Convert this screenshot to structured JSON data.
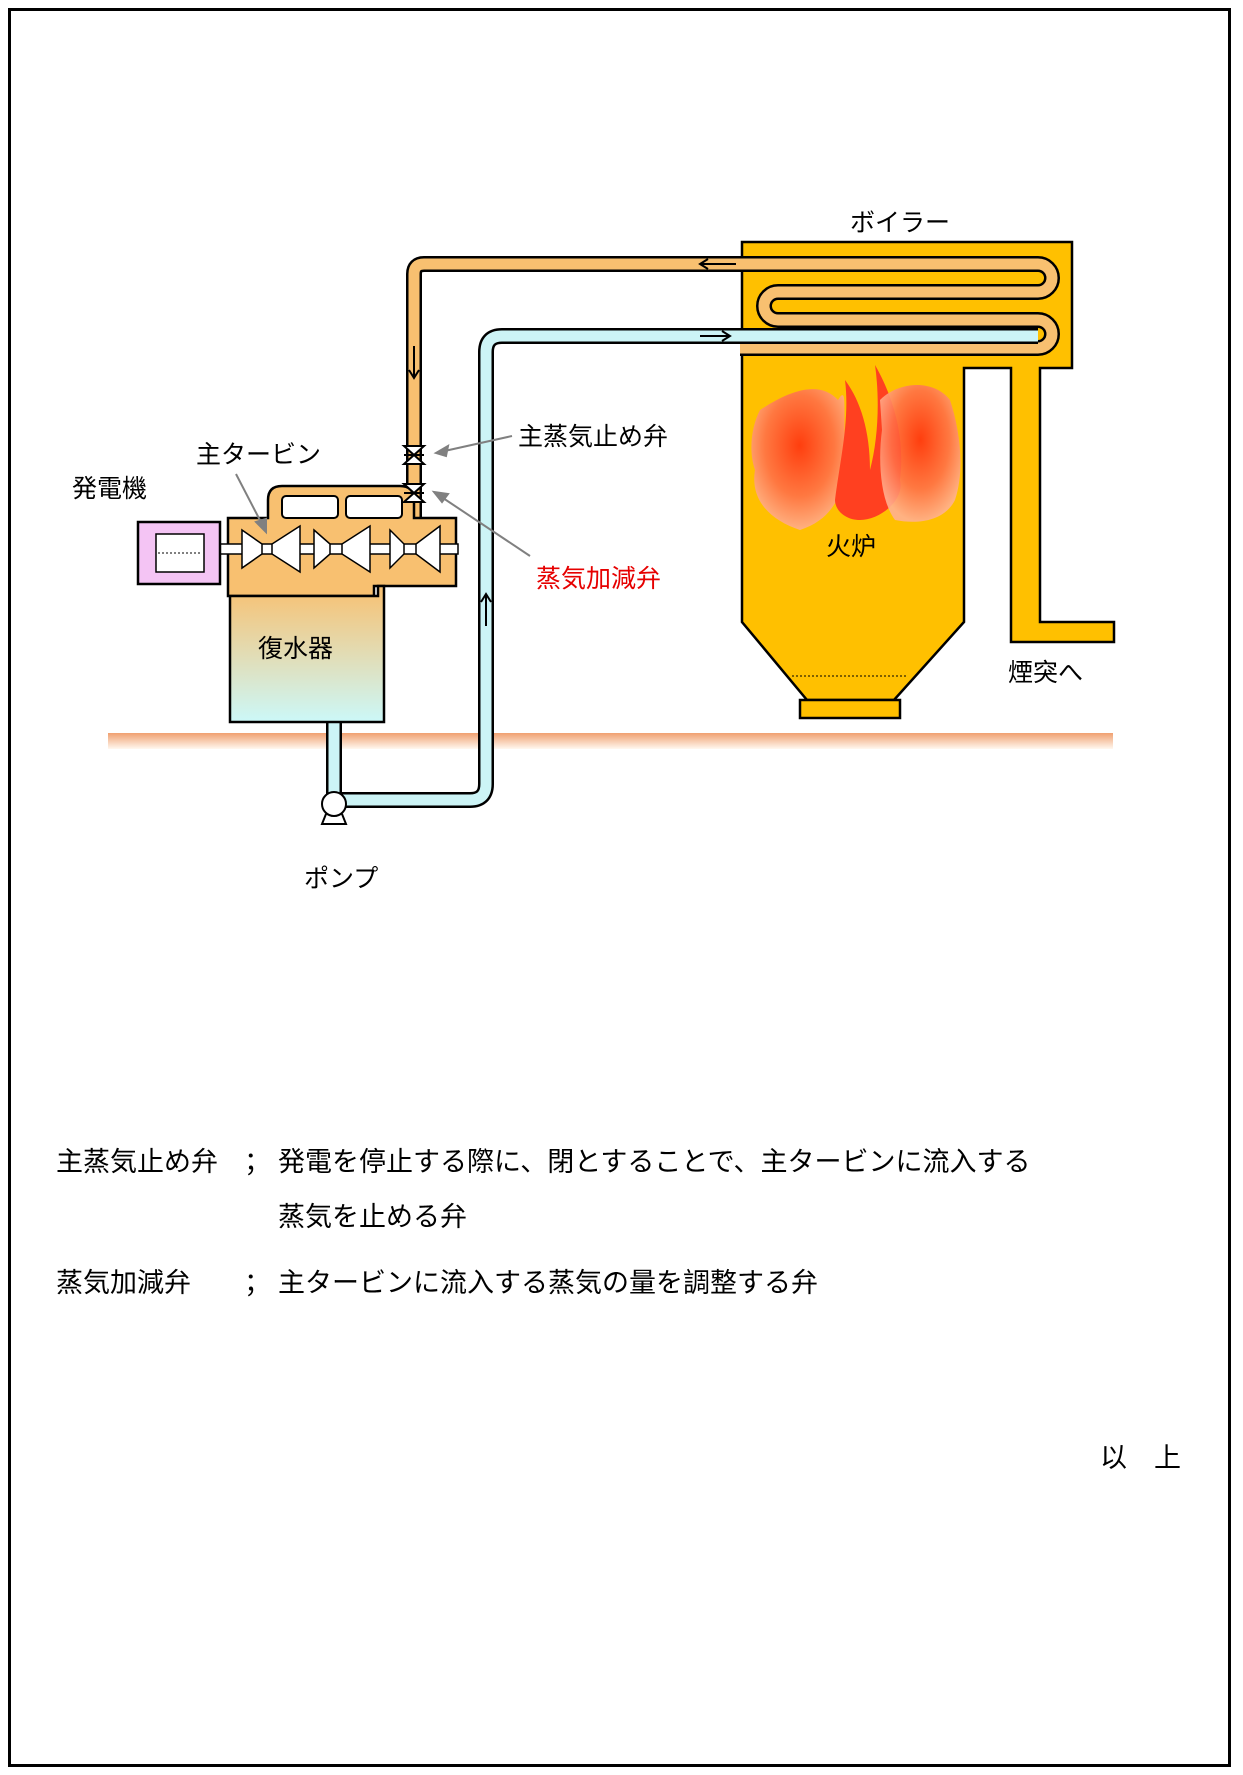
{
  "diagram": {
    "labels": {
      "boiler": "ボイラー",
      "generator": "発電機",
      "main_turbine": "主タービン",
      "main_stop_valve": "主蒸気止め弁",
      "control_valve": "蒸気加減弁",
      "condenser": "復水器",
      "furnace": "火炉",
      "to_chimney": "煙突へ",
      "pump": "ポンプ"
    },
    "colors": {
      "boiler_yellow": "#ffc000",
      "steam_orange": "#f8c070",
      "water_cyan": "#ccf4f6",
      "generator_pink": "#f4c4f4",
      "flame_red": "#ff5020",
      "label_red": "#e60000"
    }
  },
  "notes": [
    {
      "term": "主蒸気止め弁",
      "separator": "；",
      "lines": [
        "発電を停止する際に、閉とすることで、主タービンに流入する",
        "蒸気を止める弁"
      ]
    },
    {
      "term": "蒸気加減弁",
      "separator": "；",
      "lines": [
        "主タービンに流入する蒸気の量を調整する弁"
      ]
    }
  ],
  "closing": "以　上"
}
